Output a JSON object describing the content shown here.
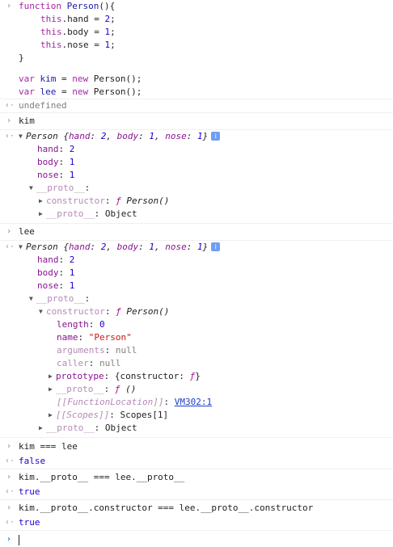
{
  "colors": {
    "keyword": "#a626a4",
    "number": "#1c00cf",
    "string": "#c41a16",
    "property": "#881391",
    "prompt": "#1a73e8",
    "link": "#1a3cc8"
  },
  "glyphs": {
    "input": "›",
    "output": "‹·",
    "expanded": "▼",
    "collapsed": "▶"
  },
  "input1": {
    "l1_kw": "function",
    "l1_name": " Person",
    "l1_rest": "(){",
    "l2_this": "this",
    "l2_prop": ".hand = ",
    "l2_val": "2",
    "l2_end": ";",
    "l3_this": "this",
    "l3_prop": ".body = ",
    "l3_val": "1",
    "l3_end": ";",
    "l4_this": "this",
    "l4_prop": ".nose = ",
    "l4_val": "1",
    "l4_end": ";",
    "l5": "}",
    "l7_kw": "var",
    "l7_name": " kim",
    "l7_eq": " = ",
    "l7_new": "new",
    "l7_rest": " Person();",
    "l8_kw": "var",
    "l8_name": " lee",
    "l8_eq": " = ",
    "l8_new": "new",
    "l8_rest": " Person();"
  },
  "output1": "undefined",
  "input2": "kim",
  "kim": {
    "summary_name": "Person",
    "summary_open": " {",
    "k1": "hand",
    "v1": "2",
    "k2": "body",
    "v2": "1",
    "k3": "nose",
    "v3": "1",
    "summary_close": "}",
    "info": "i",
    "hand_k": "hand",
    "hand_v": "2",
    "body_k": "body",
    "body_v": "1",
    "nose_k": "nose",
    "nose_v": "1",
    "proto_k": "__proto__",
    "ctor_k": "constructor",
    "ctor_f": "ƒ",
    "ctor_name": " Person()",
    "proto2_k": "__proto__",
    "proto2_v": "Object"
  },
  "input3": "lee",
  "lee": {
    "summary_name": "Person",
    "summary_open": " {",
    "k1": "hand",
    "v1": "2",
    "k2": "body",
    "v2": "1",
    "k3": "nose",
    "v3": "1",
    "summary_close": "}",
    "info": "i",
    "hand_k": "hand",
    "hand_v": "2",
    "body_k": "body",
    "body_v": "1",
    "nose_k": "nose",
    "nose_v": "1",
    "proto_k": "__proto__",
    "ctor_k": "constructor",
    "ctor_f": "ƒ",
    "ctor_name": " Person()",
    "length_k": "length",
    "length_v": "0",
    "name_k": "name",
    "name_v": "\"Person\"",
    "args_k": "arguments",
    "args_v": "null",
    "caller_k": "caller",
    "caller_v": "null",
    "prototype_k": "prototype",
    "prototype_open": "{",
    "prototype_inner": "constructor",
    "prototype_f": "ƒ",
    "prototype_close": "}",
    "fproto_k": "__proto__",
    "fproto_f": "ƒ",
    "fproto_v": " ()",
    "floc_k": "[[FunctionLocation]]",
    "floc_v": "VM302:1",
    "scopes_k": "[[Scopes]]",
    "scopes_v": "Scopes[1]",
    "proto2_k": "__proto__",
    "proto2_v": "Object"
  },
  "input4": "kim === lee",
  "output4": "false",
  "input5": "kim.__proto__ === lee.__proto__",
  "output5": "true",
  "input6": "kim.__proto__.constructor === lee.__proto__.constructor",
  "output6": "true"
}
